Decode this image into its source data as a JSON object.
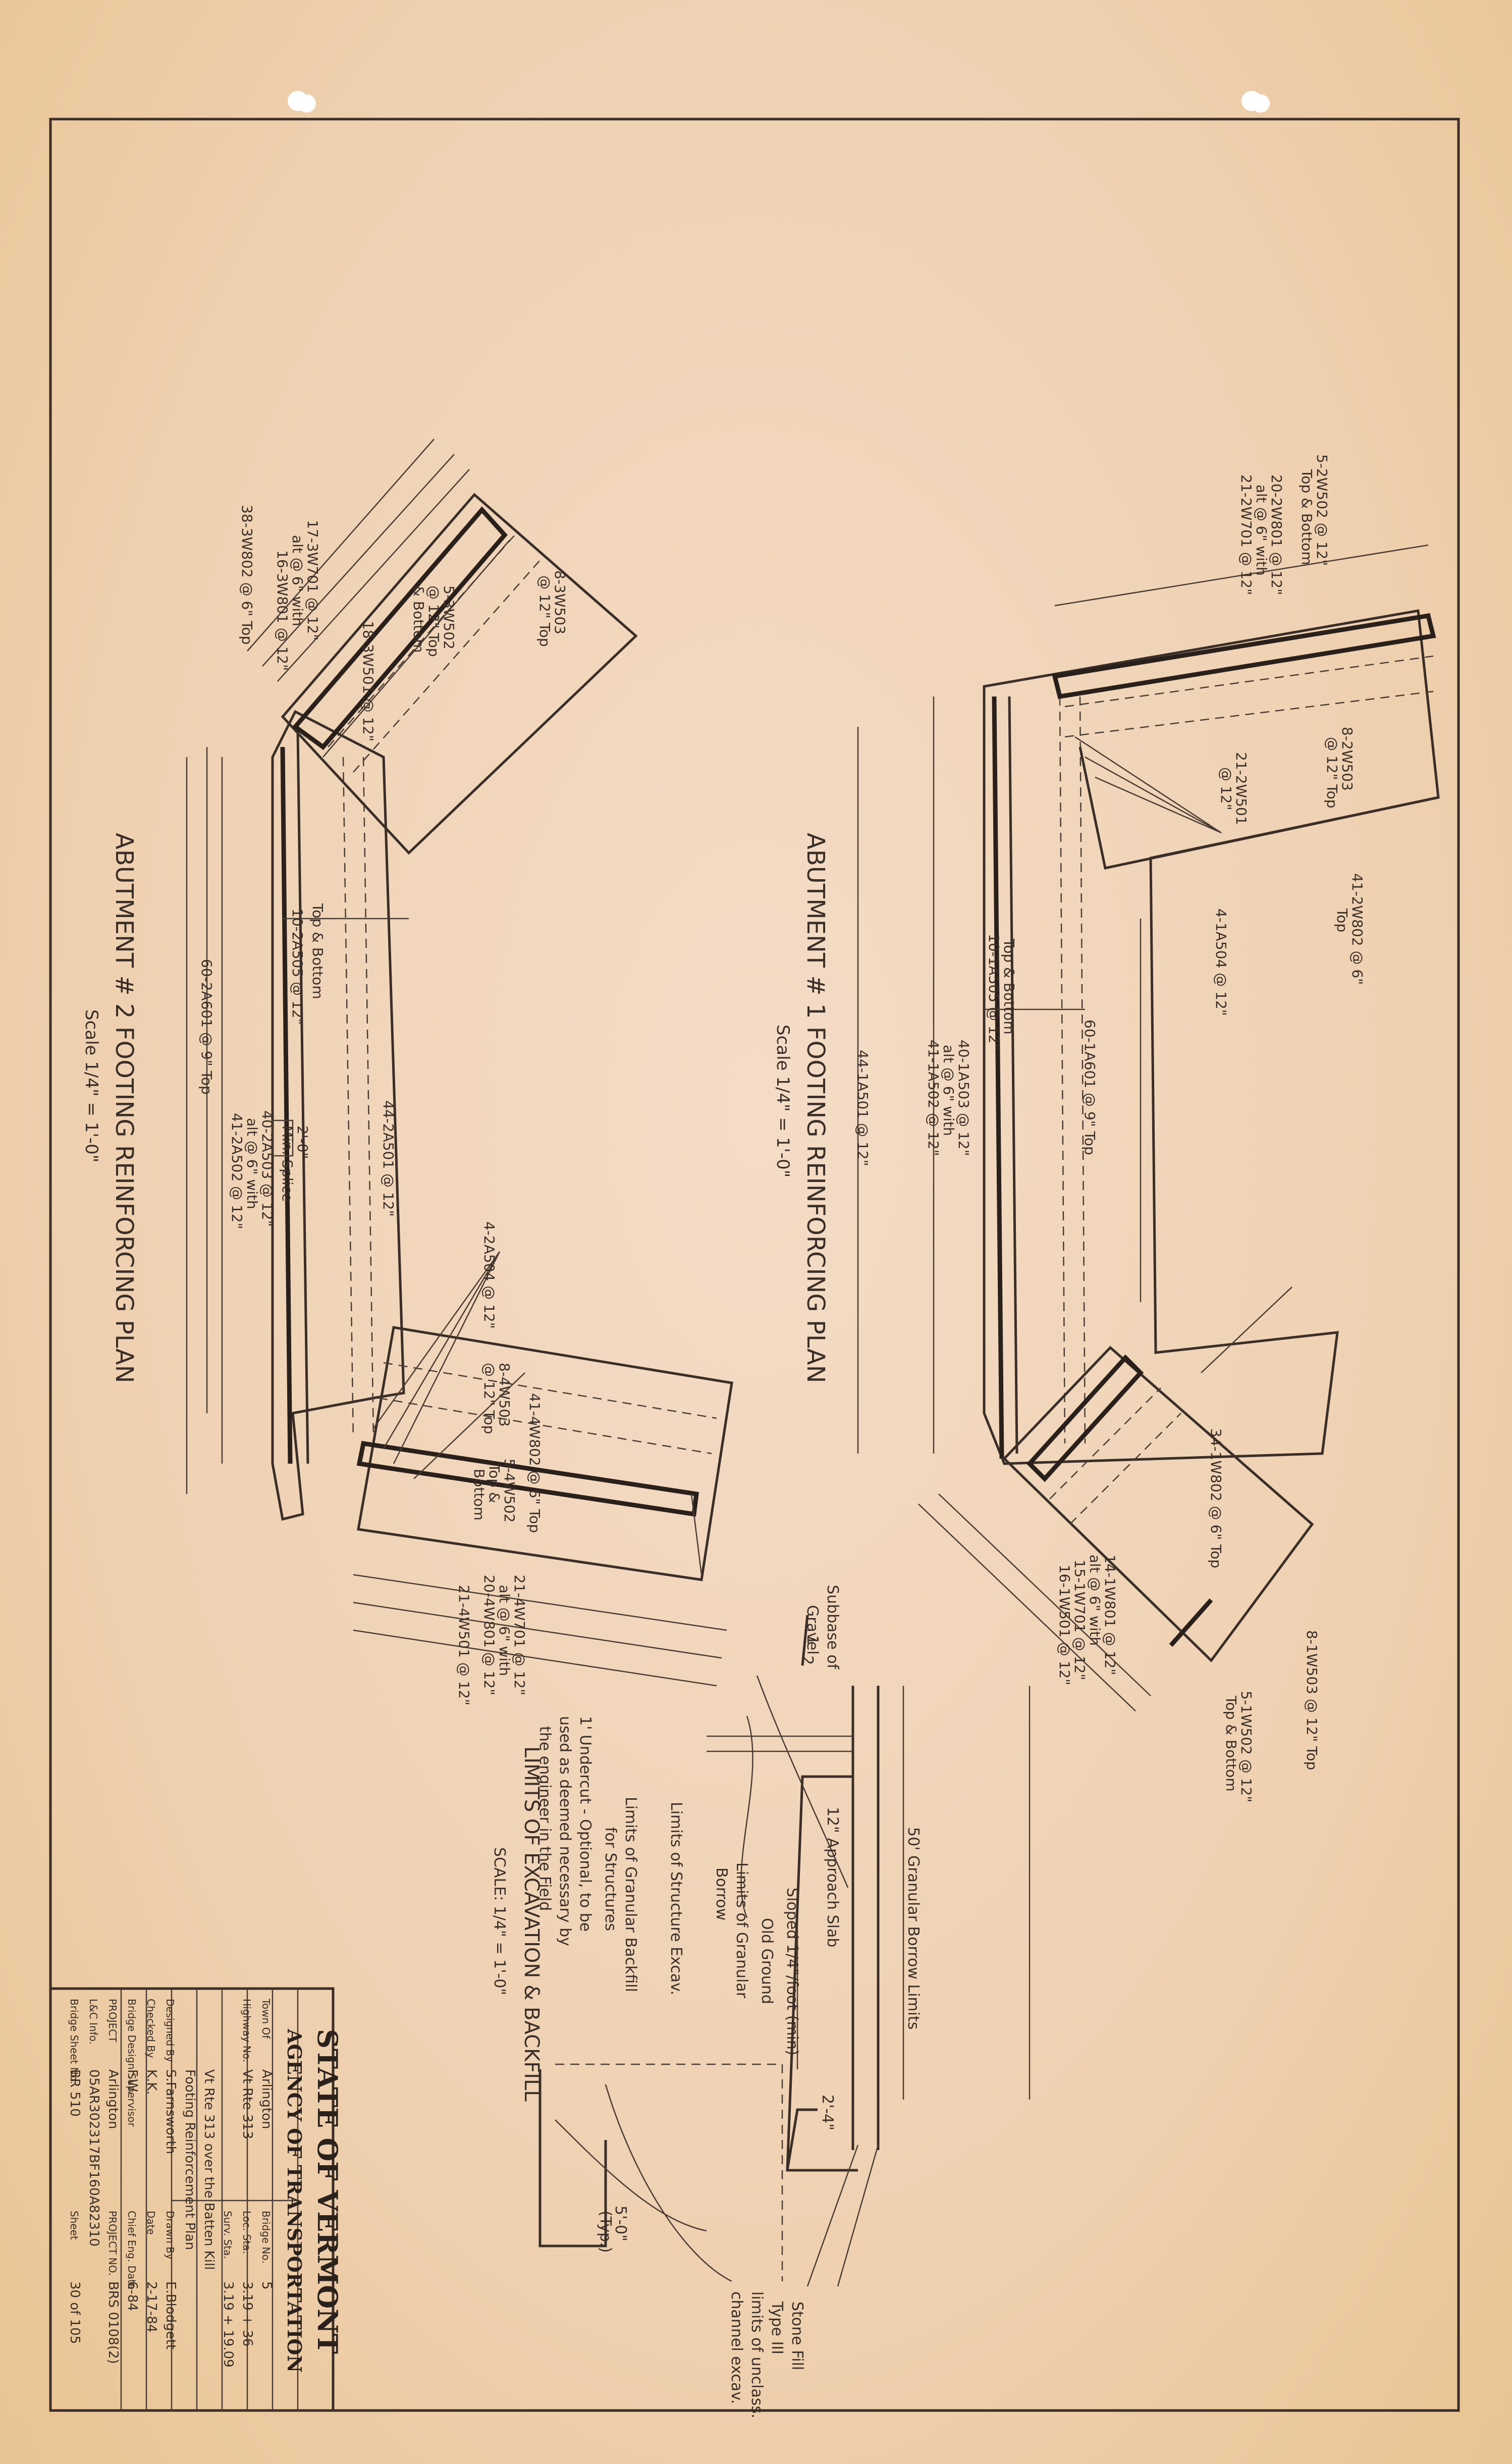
{
  "plans": {
    "abutment1": {
      "title": "ABUTMENT # 1 FOOTING REINFORCING PLAN",
      "scale": "Scale 1/4\" = 1'-0\"",
      "labels": [
        "5-2W502 @ 12\"",
        "Top & Bottom",
        "20-2W801 @ 12\"",
        "alt @ 6\" with",
        "21-2W701 @ 12\"",
        "8-2W503",
        "@ 12\" Top",
        "21-2W501",
        "@ 12\"",
        "41-2W802 @ 6\"",
        "Top",
        "4-1A504 @ 12\"",
        "10-1A505 @ 12\"",
        "Top & Bottom",
        "60-1A601 @ 9\" Top",
        "40-1A503 @ 12\"",
        "alt @ 6\" with",
        "41-1A502 @ 12\"",
        "44-1A501 @ 12\"",
        "34-1W802 @ 6\" Top",
        "14-1W801 @ 12\"",
        "alt @ 6\" with",
        "15-1W701 @ 12\"",
        "16-1W501 @ 12\"",
        "8-1W503 @ 12\" Top",
        "5-1W502 @ 12\"",
        "Top & Bottom"
      ]
    },
    "abutment2": {
      "title": "ABUTMENT # 2 FOOTING REINFORCING PLAN",
      "scale": "Scale 1/4\" = 1'-0\"",
      "labels": [
        "38-3W802 @ 6\" Top",
        "17-3W701 @ 12\"",
        "alt @ 6\" with",
        "16-3W801 @ 12\"",
        "5-3W502",
        "@ 12\" Top",
        "& Bottom",
        "18-3W501 @ 12\"",
        "8-3W503",
        "@ 12\" Top",
        "10-2A505 @ 12\"",
        "Top & Bottom",
        "60-2A601 @ 9\" Top",
        "40-2A503 @ 12\"",
        "alt @ 6\" with",
        "41-2A502 @ 12\"",
        "44-2A501 @ 12\"",
        "2'-0\"",
        "Min. Splice",
        "4-2A504 @ 12\"",
        "41-4W802 @ 6\" Top",
        "8-4W503",
        "@ 12\" Top",
        "5-4W502",
        "Top &",
        "Bottom",
        "21-4W501 @ 12\"",
        "20-4W801 @ 12\"",
        "alt @ 6\" with",
        "21-4W701 @ 12\""
      ]
    },
    "limits": {
      "title": "LIMITS OF EXCAVATION & BACKFILL",
      "scale": "SCALE: 1/4\" = 1'-0\"",
      "labels": [
        "50' Granular Borrow Limits",
        "12\" Approach Slab",
        "Sloped 1/4\"/foot (min)",
        "Old Ground",
        "Limits of Granular",
        "Borrow",
        "Limits of Structure Excav.",
        "Limits of Granular Backfill",
        "for Structures",
        "1' Undercut - Optional, to be",
        "used as deemed necessary by",
        "the engineer in the Field",
        "Subbase of",
        "Gravel",
        "2'-4\"",
        "Stone Fill",
        "Type III",
        "limits of unclass.",
        "channel excav.",
        "5'-0\"",
        "(Typ.)",
        "1",
        "2"
      ]
    }
  },
  "title_block": {
    "state": "STATE OF VERMONT",
    "agency": "AGENCY OF TRANSPORTATION",
    "rows": [
      {
        "label": "Town Of",
        "value": "Arlington",
        "label2": "Bridge No.",
        "value2": "5"
      },
      {
        "label": "Highway No.",
        "value": "Vt Rte 313",
        "label2": "Loc. Sta.",
        "value2": "3.19 + 36"
      },
      {
        "label": "",
        "value": "",
        "label2": "Surv. Sta.",
        "value2": "3.19 + 19.09"
      },
      {
        "label": "",
        "value": "Vt Rte 313 over the Batten Kill",
        "label2": "",
        "value2": ""
      },
      {
        "label": "",
        "value": "Footing Reinforcement Plan",
        "label2": "",
        "value2": ""
      },
      {
        "label": "Designed By",
        "value": "S.Farnsworth",
        "label2": "Drawn By",
        "value2": "E.Blodgett"
      },
      {
        "label": "Checked By",
        "value": "K.K.",
        "label2": "Date",
        "value2": "2-17-84"
      },
      {
        "label": "Bridge Design Supervisor",
        "value": "F.W.",
        "label2": "Chief Eng. Date",
        "value2": "6-84"
      },
      {
        "label": "PROJECT",
        "value": "Arlington",
        "label2": "PROJECT NO.",
        "value2": "BRS 0108(2)"
      },
      {
        "label": "L&C Info.",
        "value": "05AR302317BF160A82310",
        "label2": "",
        "value2": ""
      },
      {
        "label": "Bridge Sheet No.",
        "value": "BR 510",
        "label2": "Sheet",
        "value2": "30 of 105"
      }
    ]
  }
}
